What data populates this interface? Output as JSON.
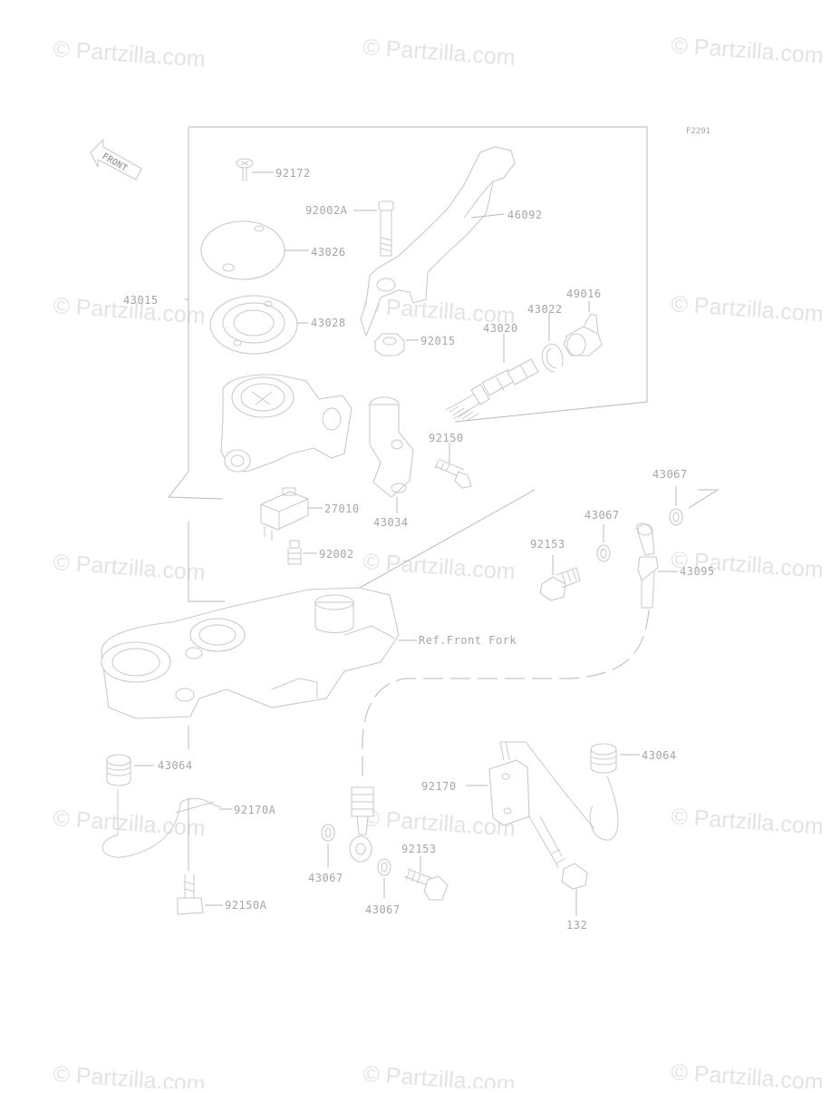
{
  "watermark": "© Partzilla.com",
  "figure_code": "F2291",
  "front_arrow_text": "FRONT",
  "parts": {
    "p92172": "92172",
    "p92002A": "92002A",
    "p46092": "46092",
    "p43026": "43026",
    "p43015": "43015",
    "p43028": "43028",
    "p92015": "92015",
    "p43020": "43020",
    "p43022": "43022",
    "p49016": "49016",
    "p92150": "92150",
    "p27010": "27010",
    "p43034": "43034",
    "p92002": "92002",
    "p43067a": "43067",
    "p43067b": "43067",
    "p92153a": "92153",
    "p43095": "43095",
    "ref_front_fork": "Ref.Front Fork",
    "p43064a": "43064",
    "p92170A": "92170A",
    "p92150A": "92150A",
    "p92170": "92170",
    "p43064b": "43064",
    "p92153b": "92153",
    "p43067c": "43067",
    "p43067d": "43067",
    "p132": "132"
  }
}
